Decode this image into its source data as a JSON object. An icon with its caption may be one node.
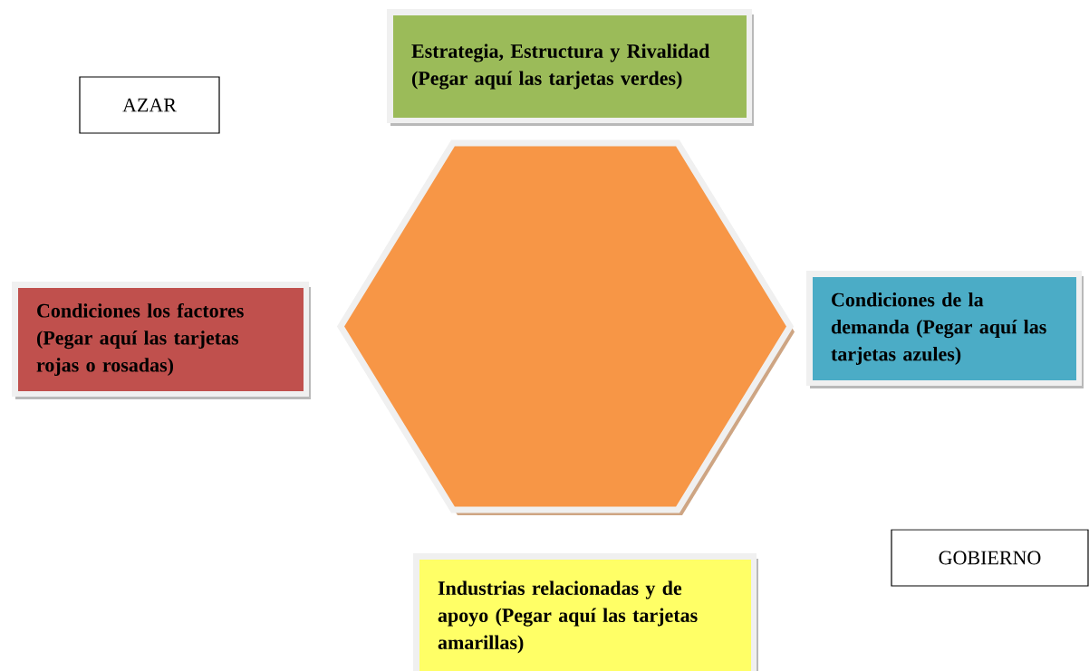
{
  "diagram": {
    "nodes": [
      {
        "text": [
          "Estrategia, Estructura y Rivalidad (Pegar aquí las tarjetas verdes)"
        ]
      },
      {
        "text": [
          "AZAR"
        ]
      },
      {
        "text": [],
        "shape": "hexagon"
      },
      {
        "text": [
          "Condiciones los factores (Pegar aquí las tarjetas rojas o rosadas)"
        ]
      },
      {
        "text": [
          "Condiciones de la demanda (Pegar aquí las tarjetas azules)"
        ]
      },
      {
        "text": [
          "GOBIERNO"
        ]
      },
      {
        "text": [
          "Industrias relacionadas y de apoyo (Pegar aquí las tarjetas amarillas)"
        ]
      }
    ]
  }
}
